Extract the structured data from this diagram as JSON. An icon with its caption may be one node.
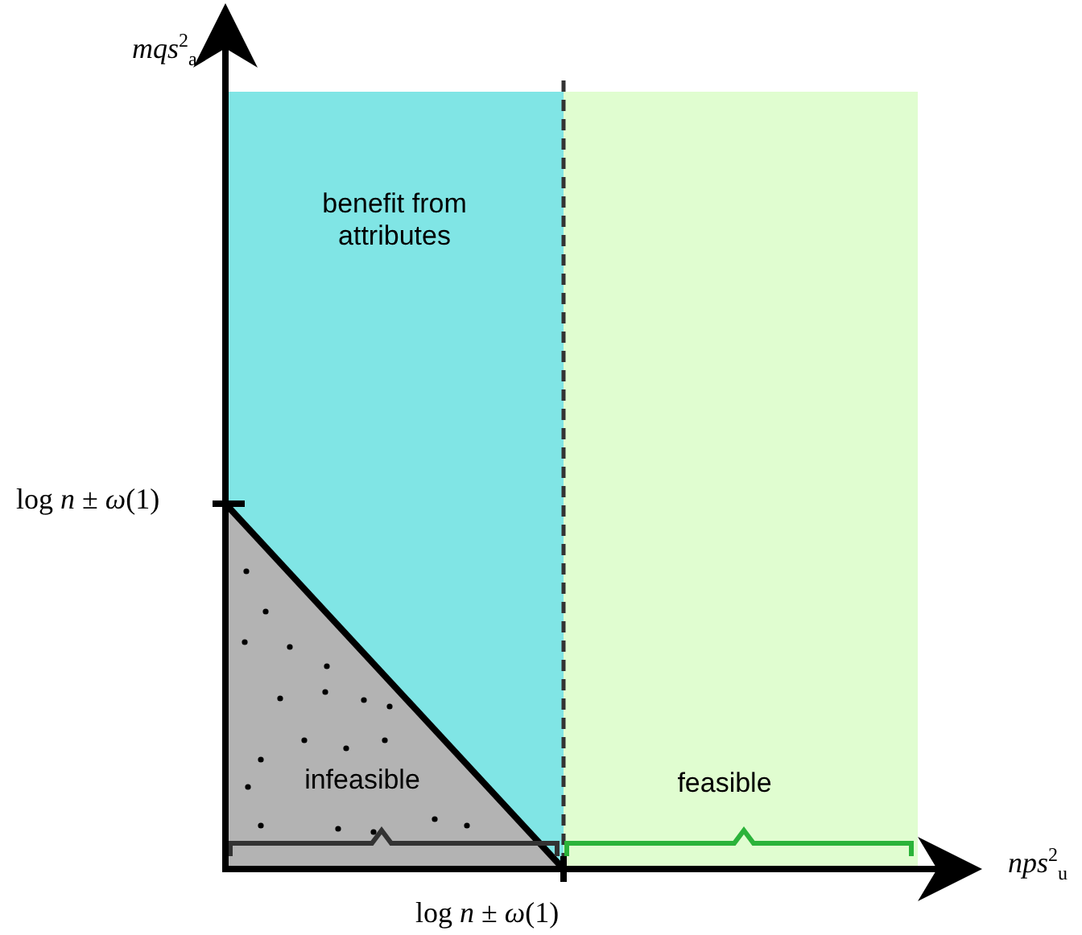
{
  "diagram": {
    "nodes": [
      {
        "text": [
          "benefit from attributes"
        ]
      },
      {
        "text": [
          "infeasible"
        ],
        "in": 0
      },
      {
        "text": [
          "feasible"
        ]
      }
    ],
    "labels": [
      "*mqs*$^{2}$$_{a}$",
      "log *n* ± *ω*(1)",
      "*nps*$^{2}$$_{u}$",
      "log *n* ± *ω*(1)"
    ]
  }
}
